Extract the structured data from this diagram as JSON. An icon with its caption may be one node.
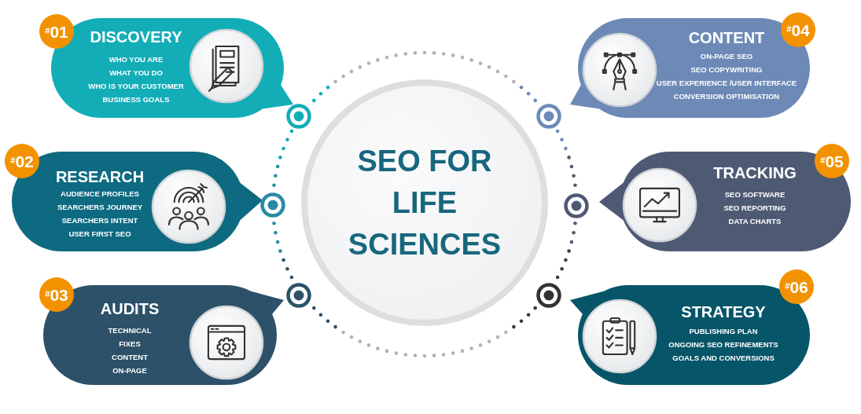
{
  "diagram": {
    "nodes": [
      {
        "text": [
          "SEO FOR LIFE SCIENCES"
        ]
      },
      {
        "text": [
          "$^{#}$01"
        ]
      },
      {
        "text": [
          "DISCOVERY",
          "WHO YOU ARE",
          "WHAT YOU DO",
          "WHO IS YOUR CUSTOMER",
          "BUSINESS GOALS"
        ]
      },
      {
        "text": [
          "$^{#}$02"
        ]
      },
      {
        "text": [
          "RESEARCH",
          "AUDIENCE PROFILES",
          "SEARCHERS JOURNEY",
          "SEARCHERS INTENT",
          "USER FIRST SEO"
        ]
      },
      {
        "text": [
          "$^{#}$03"
        ]
      },
      {
        "text": [
          "AUDITS",
          "TECHNICAL",
          "FIXES",
          "CONTENT",
          "ON-PAGE"
        ]
      },
      {
        "text": [
          "CONTENT",
          "ON-PAGE SEO",
          "SEO COPYWRITING",
          "USER EXPERIENCE /USER INTERFACE",
          "CONVERSION OPTIMISATION"
        ]
      },
      {
        "text": [
          "$^{#}$04"
        ]
      },
      {
        "text": [
          "TRACKING",
          "SEO SOFTWARE",
          "SEO REPORTING",
          "DATA CHARTS"
        ]
      },
      {
        "text": [
          "$^{#}$05"
        ]
      },
      {
        "text": [
          "STRATEGY",
          "PUBLISHING PLAN",
          "ONGOING SEO REFINEMENTS",
          "GOALS AND CONVERSIONS"
        ]
      },
      {
        "text": [
          "$^{#}$06"
        ]
      }
    ]
  }
}
